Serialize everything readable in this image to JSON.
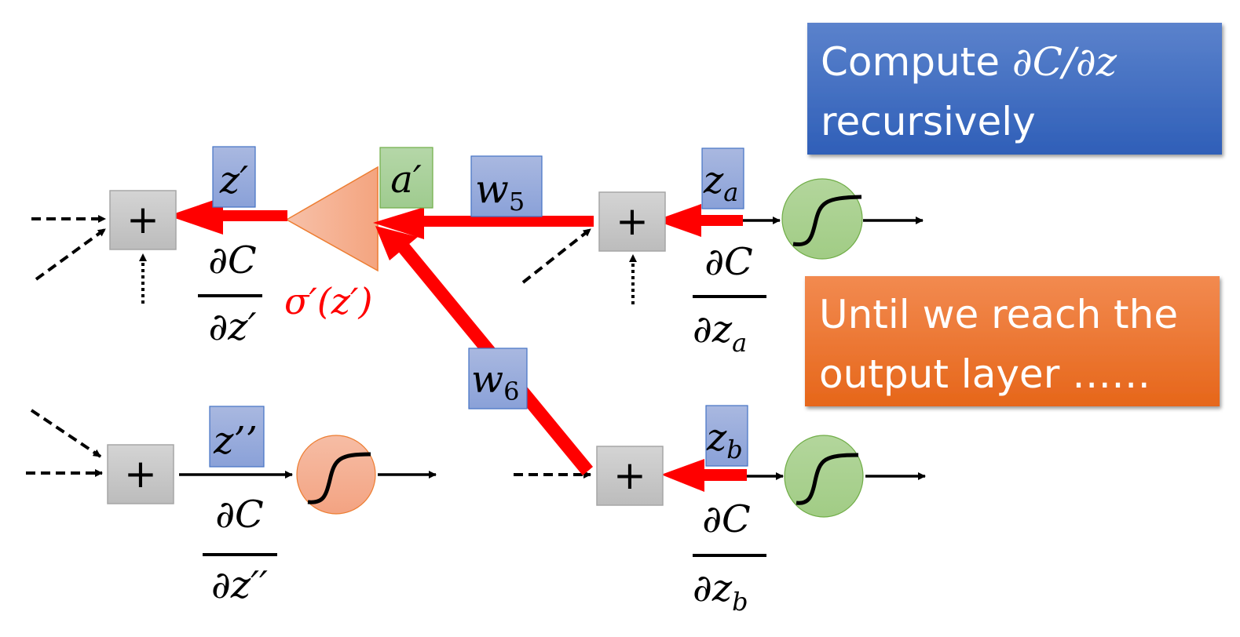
{
  "colors": {
    "gradient_red": "#ff0000",
    "label_blue_top": "#a9b8e0",
    "label_blue_bottom": "#8aa1d8",
    "label_blue_border": "#4472c4",
    "label_green_top": "#b5d7a8",
    "label_green_bottom": "#9fcb8f",
    "label_green_border": "#70ad47",
    "node_gray_top": "#d4d4d4",
    "node_gray_bottom": "#bdbdbd",
    "node_gray_border": "#a6a6a6",
    "sigmoid_orange": "#f4b097",
    "sigmoid_green": "#a9d18e",
    "callout_blue": "#4a72c8",
    "callout_orange": "#f07b2a"
  },
  "callouts": {
    "compute": {
      "line1_text": "Compute ",
      "line1_math": "∂C/∂z",
      "line2": "recursively"
    },
    "until": {
      "line1": "Until we reach the",
      "line2": "output layer ……"
    }
  },
  "nodes": {
    "sum_top_left": {
      "symbol": "+"
    },
    "sum_top_right": {
      "symbol": "+"
    },
    "sum_bottom_left": {
      "symbol": "+"
    },
    "sum_bottom_right": {
      "symbol": "+"
    },
    "sigmoid_top_left_icon": "sigmoid-triangle-icon",
    "sigmoid_bottom_left_icon": "sigmoid-icon",
    "sigmoid_top_right_icon": "sigmoid-icon",
    "sigmoid_bottom_right_icon": "sigmoid-icon"
  },
  "labels": {
    "z_prime": "z′",
    "a_prime": "a′",
    "w5_base": "w",
    "w5_sub": "5",
    "w6_base": "w",
    "w6_sub": "6",
    "z_a_base": "z",
    "z_a_sub": "a",
    "z_b_base": "z",
    "z_b_sub": "b",
    "z_double_prime": "z’’",
    "sigma_prime": "σ′(z′)"
  },
  "fractions": {
    "dC_dz_prime": {
      "num": "∂C",
      "den": "∂z′"
    },
    "dC_dz_double_prime": {
      "num": "∂C",
      "den": "∂z′′"
    },
    "dC_dz_a": {
      "num": "∂C",
      "den_base": "∂z",
      "den_sub": "a"
    },
    "dC_dz_b": {
      "num": "∂C",
      "den_base": "∂z",
      "den_sub": "b"
    }
  }
}
